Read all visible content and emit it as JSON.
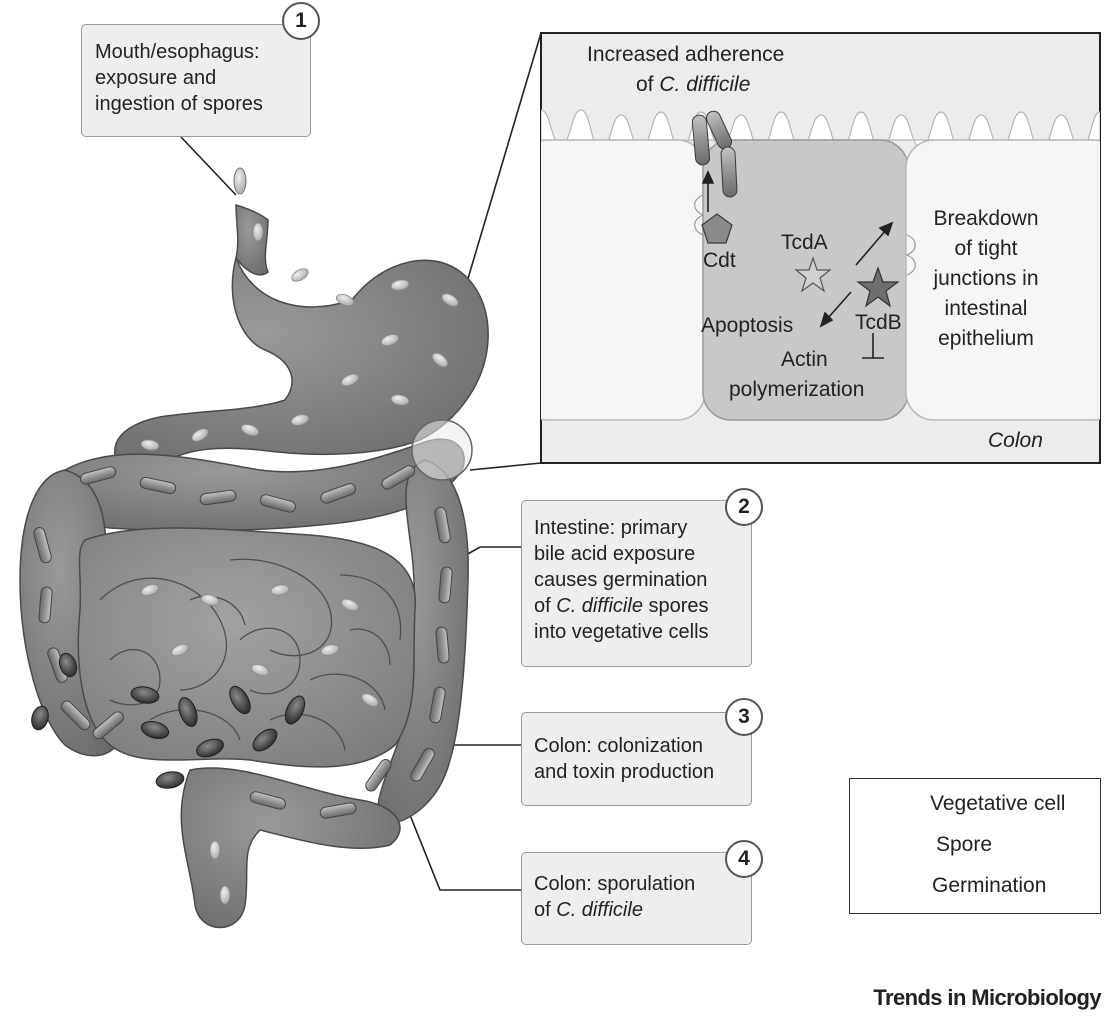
{
  "steps": [
    {
      "number": "1",
      "lines": [
        "Mouth/esophagus:",
        "exposure and",
        "ingestion of spores"
      ]
    },
    {
      "number": "2",
      "lines": [
        "Intestine: primary",
        "bile acid exposure",
        "causes germination",
        "of C. difficile spores",
        "into vegetative cells"
      ]
    },
    {
      "number": "3",
      "lines": [
        "Colon: colonization",
        "and toxin production"
      ]
    },
    {
      "number": "4",
      "lines": [
        "Colon: sporulation",
        "of C. difficile"
      ]
    }
  ],
  "inset": {
    "heading_line1": "Increased adherence",
    "heading_line2_prefix": "of ",
    "heading_line2_italic": "C. difficile",
    "cdt": "Cdt",
    "tcda": "TcdA",
    "tcdb": "TcdB",
    "apoptosis": "Apoptosis",
    "actin_line1": "Actin",
    "actin_line2": "polymerization",
    "breakdown": [
      "Breakdown",
      "of tight",
      "junctions in",
      "intestinal",
      "epithelium"
    ],
    "location": "Colon"
  },
  "legend": {
    "items": [
      {
        "label": "Vegetative cell",
        "icon": "vegetative-cell-icon"
      },
      {
        "label": "Spore",
        "icon": "spore-icon"
      },
      {
        "label": "Germination",
        "icon": "germination-icon"
      }
    ]
  },
  "brand": "Trends in Microbiology",
  "colors": {
    "gut_fill": "#7e7e7e",
    "gut_dark": "#5c5c5c",
    "callout_fill": "#eeeeee",
    "inset_bg": "#ececec",
    "vegetative_cell": "#8c8c8c",
    "spore": "#c9c9c9",
    "germination": "#3a3a3a"
  }
}
